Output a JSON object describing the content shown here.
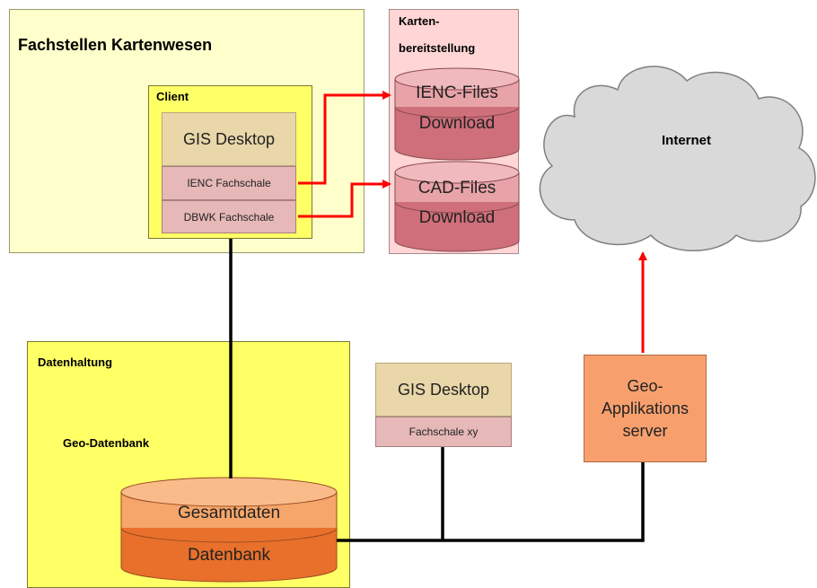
{
  "fachstellen": {
    "title": "Fachstellen Kartenwesen"
  },
  "client": {
    "title": "Client",
    "gis_desktop": "GIS Desktop",
    "ienc_fachschale": "IENC Fachschale",
    "dbwk_fachschale": "DBWK Fachschale"
  },
  "kartenbereitstellung": {
    "title_line1": "Karten-",
    "title_line2": "bereitstellung",
    "ienc": {
      "top": "IENC-Files",
      "bottom": "Download"
    },
    "cad": {
      "top": "CAD-Files",
      "bottom": "Download"
    }
  },
  "internet": {
    "label": "Internet"
  },
  "datenhaltung": {
    "title": "Datenhaltung",
    "geo_datenbank": "Geo-Datenbank",
    "db_top": "Gesamtdaten",
    "db_bottom": "Datenbank"
  },
  "gis_desktop_xy": {
    "title": "GIS Desktop",
    "fachschale": "Fachschale xy"
  },
  "geo_app_server": {
    "line1": "Geo-",
    "line2": "Applikations",
    "line3": "server"
  },
  "colors": {
    "yellow_outer": "#ffffcc",
    "yellow_client": "#ffff66",
    "yellow_datenhaltung": "#ffff66",
    "pink_box": "#ffd5d5",
    "tan": "#e9d7a9",
    "pink_fachschale": "#e6b8b7",
    "cyl_pink_top": "#e8a3a8",
    "cyl_pink_body": "#cf6f7a",
    "cyl_orange_top": "#f6a66a",
    "cyl_orange_body": "#e8702b",
    "server_orange": "#f7a06e",
    "arrow_red": "#ff0000",
    "cloud_grey": "#d9d9d9"
  }
}
